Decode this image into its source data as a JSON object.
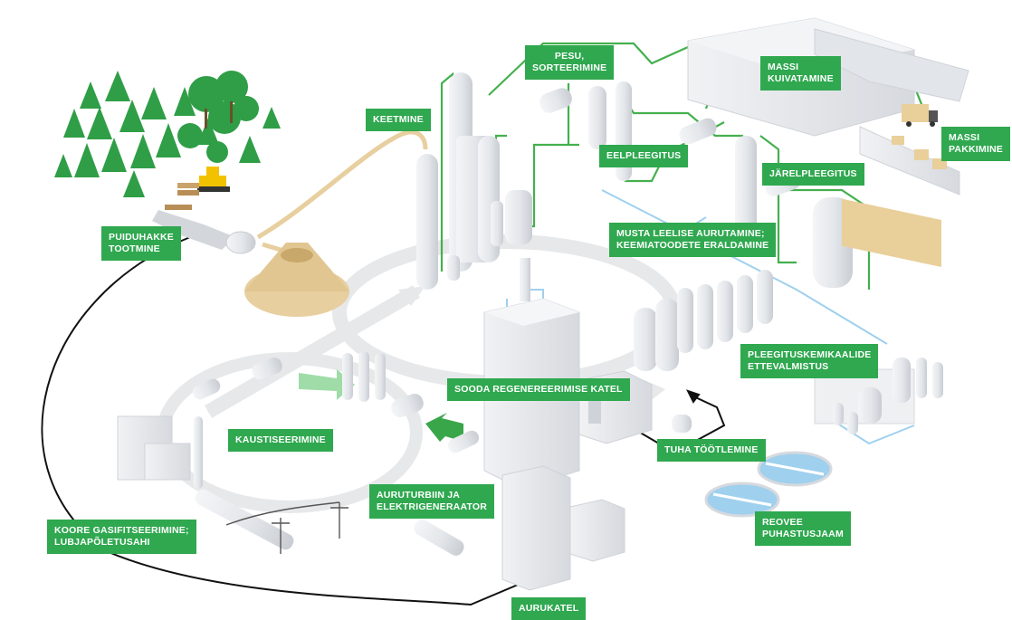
{
  "colors": {
    "label_bg": "#2fa84f",
    "label_text": "#ffffff",
    "pipe_green": "#44b04e",
    "pipe_blue": "#9fd0ee",
    "pipe_black": "#111111",
    "flow_arrow": "#e6e8ea",
    "wood_chips": "#e7cf9f",
    "trees": "#2f9e46",
    "building": "#e9ebee"
  },
  "labels": {
    "puiduhakke": [
      "PUIDUHAKKE",
      "TOOTMINE"
    ],
    "keetmine": [
      "KEETMINE"
    ],
    "pesu": [
      "PESU,",
      "SORTEERIMINE"
    ],
    "massi_kuivatamine": [
      "MASSI",
      "KUIVATAMINE"
    ],
    "massi_pakkimine": [
      "MASSI",
      "PAKKIMINE"
    ],
    "eelpleegitus": [
      "EELPLEEGITUS"
    ],
    "jarelpleegitus": [
      "JÄRELPLEEGITUS"
    ],
    "musta_leelise": [
      "MUSTA LEELISE AURUTAMINE;",
      "KEEMIATOODETE ERALDAMINE"
    ],
    "pleegituskemikaalide": [
      "PLEEGITUSKEMIKAALIDE",
      "ETTEVALMISTUS"
    ],
    "sooda": [
      "SOODA REGENEREERIMISE KATEL"
    ],
    "kaustiseerimine": [
      "KAUSTISEERIMINE"
    ],
    "tuha": [
      "TUHA TÖÖTLEMINE"
    ],
    "auruturbiin": [
      "AURUTURBIIN JA",
      "ELEKTRIGENERAATOR"
    ],
    "koore": [
      "KOORE GASIFITSEERIMINE;",
      "LUBJAPÕLETUSAHI"
    ],
    "reovee": [
      "REOVEE",
      "PUHASTUSJAAM"
    ],
    "aurukatel": [
      "AURUKATEL"
    ]
  },
  "icons": {
    "forest": "tree-icon",
    "harvester": "harvester-icon",
    "truck": "truck-icon",
    "ship": "cargo-ship-icon",
    "power_line": "power-pylon-icon"
  }
}
